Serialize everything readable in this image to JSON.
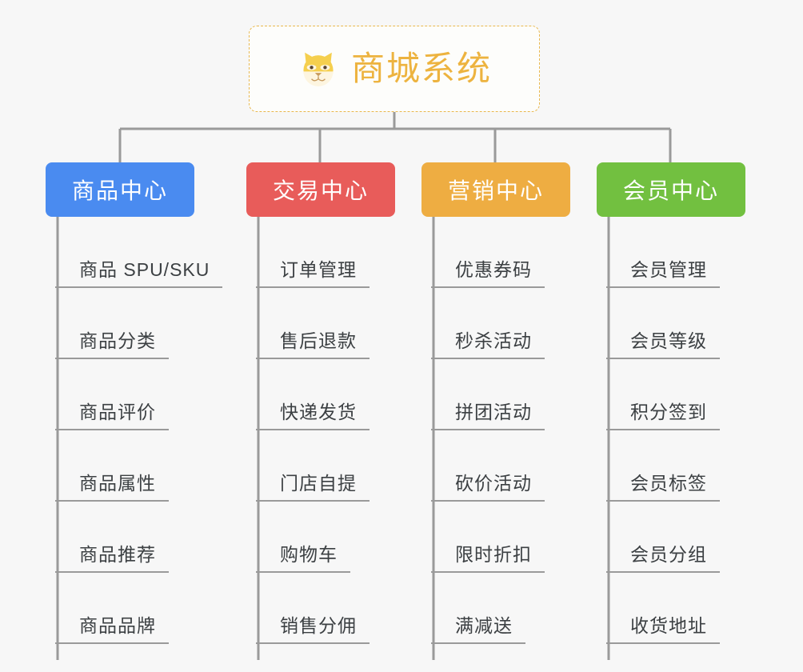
{
  "meta": {
    "diagram_type": "mindmap-org-chart",
    "background_color": "#f7f7f7",
    "connector_color": "#9a9a9a"
  },
  "root": {
    "title": "商城系统",
    "icon": "shiba-dog-emoji",
    "text_color": "#edb33f",
    "border_color": "#e9b84e",
    "background": "#fdfdfb"
  },
  "columns": [
    {
      "header": "商品中心",
      "color": "#4a8bf0",
      "items": [
        "商品 SPU/SKU",
        "商品分类",
        "商品评价",
        "商品属性",
        "商品推荐",
        "商品品牌"
      ]
    },
    {
      "header": "交易中心",
      "color": "#e85c5a",
      "items": [
        "订单管理",
        "售后退款",
        "快递发货",
        "门店自提",
        "购物车",
        "销售分佣"
      ]
    },
    {
      "header": "营销中心",
      "color": "#eead42",
      "items": [
        "优惠券码",
        "秒杀活动",
        "拼团活动",
        "砍价活动",
        "限时折扣",
        "满减送"
      ]
    },
    {
      "header": "会员中心",
      "color": "#72c040",
      "items": [
        "会员管理",
        "会员等级",
        "积分签到",
        "会员标签",
        "会员分组",
        "收货地址"
      ]
    }
  ]
}
